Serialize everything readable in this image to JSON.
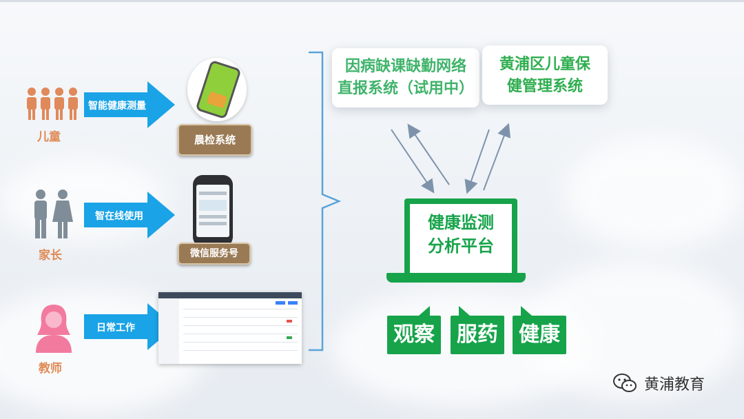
{
  "roles": [
    {
      "label": "儿童",
      "arrow_text": "智能健康测量",
      "system_label": "晨检系统"
    },
    {
      "label": "家长",
      "arrow_text": "智在线使用",
      "system_label": "微信服务号"
    },
    {
      "label": "教师",
      "arrow_text": "日常工作"
    }
  ],
  "systems": {
    "absence": {
      "line1": "因病缺课缺勤网络",
      "line2": "直报系统（试用中）"
    },
    "child_health": {
      "line1": "黄浦区儿童保",
      "line2": "健管理系统"
    }
  },
  "platform": {
    "line1": "健康监测",
    "line2": "分析平台"
  },
  "bubbles": [
    "观察",
    "服药",
    "健康"
  ],
  "watermark": {
    "text": "黄浦教育",
    "icon": "wechat-icon"
  },
  "colors": {
    "green": "#16a34a",
    "arrow_blue": "#1aa3e6",
    "person_orange": "#e0895a",
    "person_gray": "#7f8d98",
    "person_pink": "#f27a9e"
  }
}
